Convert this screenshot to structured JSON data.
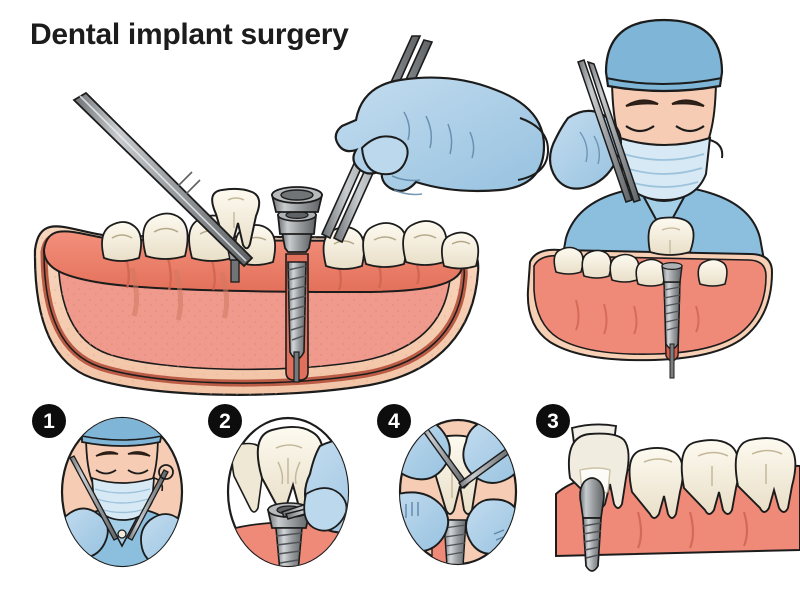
{
  "poster": {
    "title": "Dental implant surgery",
    "background_color": "#ffffff",
    "title_color": "#1c1c1c"
  },
  "palette": {
    "glove_blue": "#a8cde8",
    "glove_blue_dark": "#7fb2d6",
    "scrub_blue": "#7fb8d9",
    "cap_blue": "#7fb5d6",
    "mask_blue": "#cfe4f2",
    "gum_pink": "#ef8a78",
    "gum_pink_light": "#f4a394",
    "gum_deep": "#e0705c",
    "bone_peach": "#f6cfb4",
    "bone_inner": "#ef9a8c",
    "cortical_brown": "#b95b45",
    "tooth_ivory": "#f6f1e2",
    "tooth_shadow": "#e6dcc4",
    "metal_grey": "#8f9396",
    "metal_dark": "#5c6063",
    "metal_light": "#c3c7ca",
    "skin_peach": "#f6cdb4",
    "outline": "#1c1c1c"
  },
  "main_scene": {
    "name": "main-jaw-cross-section",
    "description": "Cross-section of lower jaw with bone, gum and teeth; dental implant screw placed in socket",
    "elements": [
      {
        "name": "dental-probe",
        "label": "dental probe instrument"
      },
      {
        "name": "gloved-hand-forceps",
        "label": "gloved hand holding forceps"
      },
      {
        "name": "crown-tooth",
        "label": "crown being placed"
      },
      {
        "name": "implant-screw",
        "label": "titanium implant screw"
      },
      {
        "name": "abutment-cap",
        "label": "abutment cap"
      },
      {
        "name": "jaw-bone",
        "label": "mandible cross-section"
      }
    ]
  },
  "surgeon_scene": {
    "name": "surgeon-portrait",
    "description": "Surgeon in blue cap, mask and scrubs holding forceps above a jaw model"
  },
  "steps": [
    {
      "number": "1",
      "name": "step-surgeon-prep",
      "caption": "Surgeon preparing instruments",
      "circle_bg": "#f6cdb4"
    },
    {
      "number": "2",
      "name": "step-crown-placement",
      "caption": "Crown placed on abutment with tweezers",
      "circle_bg": "#ffffff"
    },
    {
      "number": "4",
      "name": "step-final-adjustment",
      "caption": "Final adjustment of the crown",
      "circle_bg": "#f6cdb4"
    },
    {
      "number": "3",
      "name": "step-completed-implant",
      "caption": "Completed implant with crown beside natural teeth",
      "circle_bg": "#ffffff"
    }
  ]
}
